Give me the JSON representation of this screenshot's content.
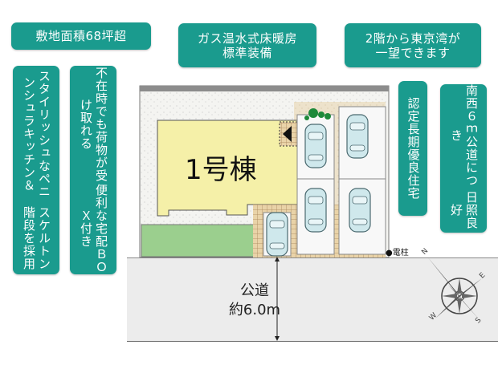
{
  "features": {
    "land_area": "敷地面積68坪超",
    "floor_heating": [
      "ガス温水式床暖房",
      "標準装備"
    ],
    "bay_view": [
      "2階から東京湾が",
      "一望できます"
    ],
    "kitchen": [
      "スタイリッシュなペニンシュラキッチン＆",
      "スケルトン階段を採用"
    ],
    "delivery_box": [
      "不在時でも荷物が受け取れる",
      "便利な宅配ＢＯＸ付き"
    ],
    "long_term": "認定長期優良住宅",
    "sunlight": [
      "南西６ｍ公道につき",
      "日照良好"
    ]
  },
  "plan": {
    "building_label": "1号棟",
    "road_label": "公道",
    "road_width": "約6.0m",
    "pole_label": "●電柱",
    "parking_spaces": 5
  },
  "compass": {
    "n": "N",
    "e": "E",
    "s": "S",
    "w": "W"
  },
  "colors": {
    "badge": "#1a9b8e",
    "building": "#f5f0a8",
    "lawn": "#9bcf8e",
    "car": "#cfe8ec",
    "road": "#ececec"
  }
}
